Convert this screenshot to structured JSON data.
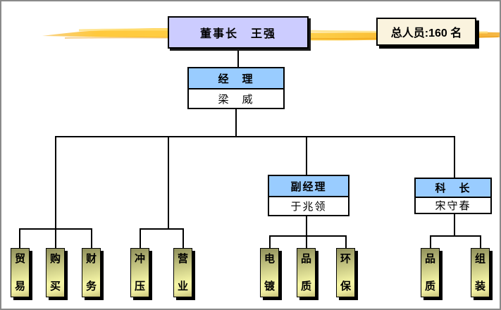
{
  "org_chart": {
    "chairman": {
      "label": "董事长　王强"
    },
    "total_badge": {
      "label": "总人员:160 名"
    },
    "manager": {
      "title": "经　理",
      "name": "梁　威"
    },
    "vice_manager": {
      "title": "副经理",
      "name": "于兆领"
    },
    "section_chief": {
      "title": "科　长",
      "name": "宋守春"
    },
    "departments": [
      {
        "id": "trade",
        "chars": [
          "贸",
          "易"
        ]
      },
      {
        "id": "purchasing",
        "chars": [
          "购",
          "买"
        ]
      },
      {
        "id": "finance",
        "chars": [
          "财",
          "务"
        ]
      },
      {
        "id": "stamping",
        "chars": [
          "冲",
          "压"
        ]
      },
      {
        "id": "sales",
        "chars": [
          "营",
          "业"
        ]
      },
      {
        "id": "plating",
        "chars": [
          "电",
          "镀"
        ]
      },
      {
        "id": "quality",
        "chars": [
          "品",
          "质"
        ]
      },
      {
        "id": "environment",
        "chars": [
          "环",
          "保"
        ]
      },
      {
        "id": "quality-2",
        "chars": [
          "品",
          "质"
        ]
      },
      {
        "id": "assembly",
        "chars": [
          "组",
          "装"
        ]
      }
    ]
  },
  "colors": {
    "chairman_bg": "#ccccff",
    "header_blue": "#99ccff",
    "badge_cream": "#faf3de",
    "bar_gradient_dark": "#8f8f5a",
    "bar_gradient_light": "#f5f5a5",
    "ribbon_gold": "#ffc93c",
    "ribbon_deep": "#f0a41e",
    "line": "#000000",
    "frame": "#8a8a8a"
  }
}
